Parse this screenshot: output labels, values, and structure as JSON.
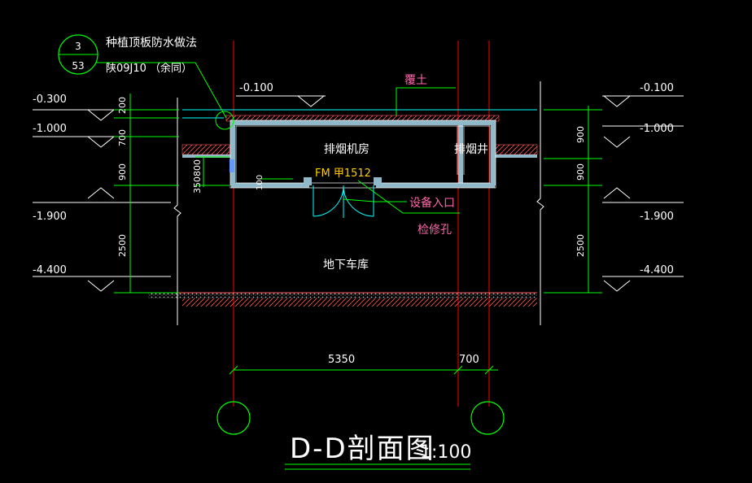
{
  "drawing": {
    "title": "D-D剖面图",
    "scale": "1:100",
    "detail_callout": {
      "number": "3",
      "sheet": "53",
      "line1": "种植顶板防水做法",
      "line2": "陕09J10 （余同）"
    },
    "left_levels": {
      "l1": "-0.300",
      "l2": "-1.000",
      "l3": "-1.900",
      "l4": "-4.400"
    },
    "left_dims": {
      "d1": "200",
      "d2": "700",
      "d3": "900",
      "d4": "2500",
      "d5": "350800"
    },
    "right_levels": {
      "l1": "-0.100",
      "l2": "-1.000",
      "l3": "-1.900",
      "l4": "-4.400"
    },
    "right_dims": {
      "d1": "900",
      "d2": "900",
      "d3": "2500"
    },
    "top_level": "-0.100",
    "labels": {
      "soil_cover": "覆土",
      "fan_room": "排烟机房",
      "smoke_shaft": "排烟井",
      "door_tag": "FM 甲1512",
      "equipment_entry": "设备入口",
      "access_hole": "检修孔",
      "garage": "地下车库",
      "dim_100": "100"
    },
    "bottom_dims": {
      "span1": "5350",
      "span2": "700"
    },
    "colors": {
      "background": "#000000",
      "green": "#00ff00",
      "white": "#ffffff",
      "red": "#ff0000",
      "cyan": "#00ffff",
      "magenta": "#ff66aa",
      "yellow": "#ffcc00",
      "wall": "#8fb8c8"
    }
  }
}
